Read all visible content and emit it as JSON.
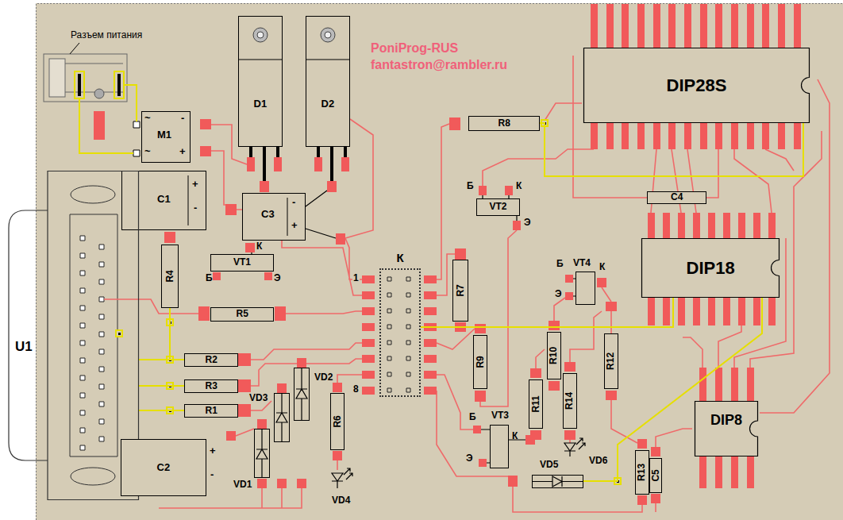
{
  "diagram": {
    "nodes": [
      {
        "text": [
          "D1"
        ]
      },
      {
        "text": [
          "D2"
        ]
      },
      {
        "text": [
          "DIP28S"
        ]
      },
      {
        "text": [
          "M1",
          "~",
          "-",
          "~",
          "+"
        ]
      },
      {
        "text": [
          "R8"
        ]
      },
      {
        "text": [
          "C1",
          "+",
          "-"
        ]
      },
      {
        "text": [
          "C3",
          "-",
          "+"
        ]
      },
      {
        "text": [
          "C4"
        ]
      },
      {
        "text": [
          "VT2",
          "Б",
          "К",
          "Э"
        ]
      },
      {
        "text": [
          "U1"
        ]
      },
      {
        "text": [
          "VT1",
          "К",
          "Б",
          "Э"
        ]
      },
      {
        "text": [
          "DIP18"
        ]
      },
      {
        "text": [
          "К"
        ]
      },
      {
        "text": [
          "VT4",
          "Б",
          "Э",
          "К"
        ]
      },
      {
        "text": [
          "R4"
        ]
      },
      {
        "text": [
          "R7"
        ]
      },
      {
        "text": [
          "R5"
        ]
      },
      {
        "text": [
          "R9"
        ]
      },
      {
        "text": [
          "R10"
        ]
      },
      {
        "text": [
          "R12"
        ]
      },
      {
        "text": [
          "R2"
        ]
      },
      {
        "text": [
          "R3"
        ]
      },
      {
        "text": [
          "R1"
        ]
      },
      {
        "text": [
          "VD2"
        ]
      },
      {
        "text": [
          "VD3"
        ]
      },
      {
        "text": [
          "R11"
        ]
      },
      {
        "text": [
          "R14"
        ]
      },
      {
        "text": [
          "DIP8"
        ]
      },
      {
        "text": [
          "R6"
        ]
      },
      {
        "text": [
          "VT3",
          "Б",
          "К",
          "Э"
        ]
      },
      {
        "text": [
          "VD1"
        ]
      },
      {
        "text": [
          "C2",
          "+",
          "-"
        ]
      },
      {
        "text": [
          "R13"
        ]
      },
      {
        "text": [
          "C5"
        ]
      },
      {
        "text": [
          "VD5"
        ]
      }
    ],
    "edges": [
      {
        "from": 4,
        "to": 2,
        "arrow": "none"
      },
      {
        "from": 12,
        "to": 11,
        "arrow": "none"
      },
      {
        "from": 20,
        "to": 9,
        "arrow": "none"
      },
      {
        "from": 21,
        "to": 9,
        "arrow": "none"
      },
      {
        "from": 22,
        "to": 9,
        "arrow": "none"
      },
      {
        "from": 34,
        "to": 11,
        "arrow": "none"
      },
      {
        "from": 14,
        "to": 20,
        "arrow": "none"
      }
    ],
    "labels": [
      "Разъем питания",
      "PoniProg-RUS",
      "fantastron@rambler.ru",
      "1",
      "8",
      "VD4",
      "VD6"
    ]
  }
}
